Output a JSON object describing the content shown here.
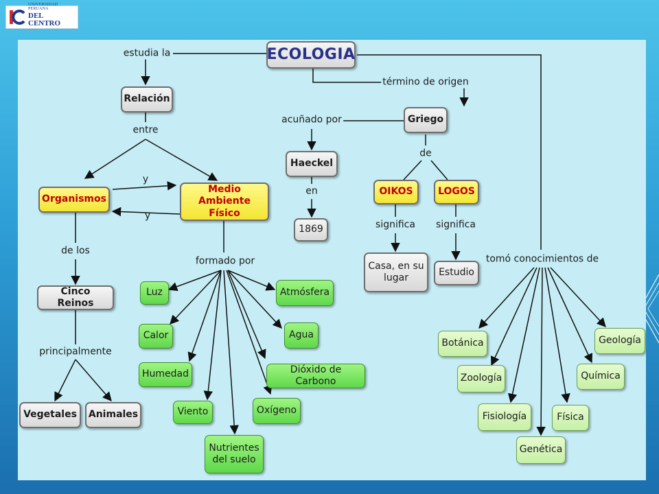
{
  "logo": {
    "top_text": "UNIVERSIDAD PERUANA",
    "main_text": "DEL CENTRO",
    "small_text": "UPeCEN"
  },
  "nodes": {
    "ecologia": "ECOLOGIA",
    "relacion": "Relación",
    "organismos": "Organismos",
    "medio": "Medio Ambiente Físico",
    "cinco_reinos": "Cinco Reinos",
    "vegetales": "Vegetales",
    "animales": "Animales",
    "luz": "Luz",
    "calor": "Calor",
    "humedad": "Humedad",
    "viento": "Viento",
    "nutrientes": "Nutrientes del suelo",
    "oxigeno": "Oxígeno",
    "dioxido": "Dióxido de Carbono",
    "agua": "Agua",
    "atmosfera": "Atmósfera",
    "griego": "Griego",
    "haeckel": "Haeckel",
    "anio": "1869",
    "oikos": "OIKOS",
    "logos": "LOGOS",
    "casa": "Casa, en su lugar",
    "estudio": "Estudio",
    "botanica": "Botánica",
    "zoologia": "Zoología",
    "fisiologia": "Fisiología",
    "genetica": "Genética",
    "fisica": "Física",
    "quimica": "Química",
    "geologia": "Geología"
  },
  "links": {
    "estudia_la": "estudia la",
    "entre": "entre",
    "y1": "y",
    "y2": "y",
    "de_los": "de los",
    "principalmente": "principalmente",
    "formado_por": "formado por",
    "termino": "término de origen",
    "acunado": "acuñado por",
    "en": "en",
    "de": "de",
    "significa1": "significa",
    "significa2": "significa",
    "tomo": "tomó conocimientos de"
  }
}
